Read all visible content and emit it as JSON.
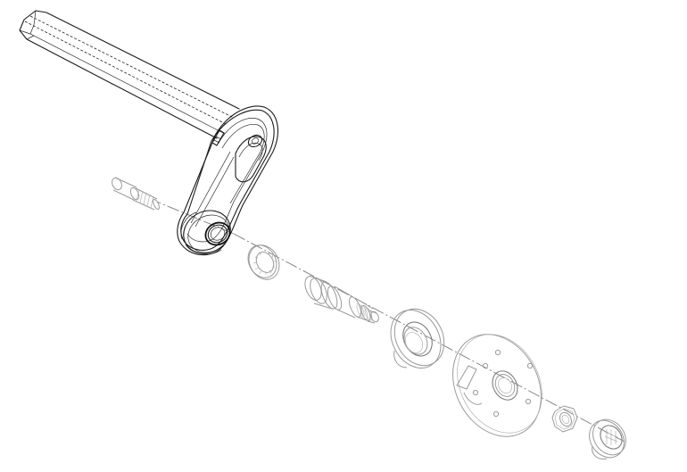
{
  "diagram": {
    "parts": [
      {
        "icon": "crank-arm"
      },
      {
        "icon": "crank-bolt"
      },
      {
        "icon": "washer-ring"
      },
      {
        "icon": "pedal-axle-spindle"
      },
      {
        "icon": "bearing-cup"
      },
      {
        "icon": "chainring-spider"
      },
      {
        "icon": "lock-nut"
      },
      {
        "icon": "end-cap"
      }
    ],
    "colors": {
      "active_line": "#1c1c1c",
      "inactive_line": "#9a9a9a",
      "centerline": "#7a7a7a",
      "background": "#ffffff"
    }
  }
}
